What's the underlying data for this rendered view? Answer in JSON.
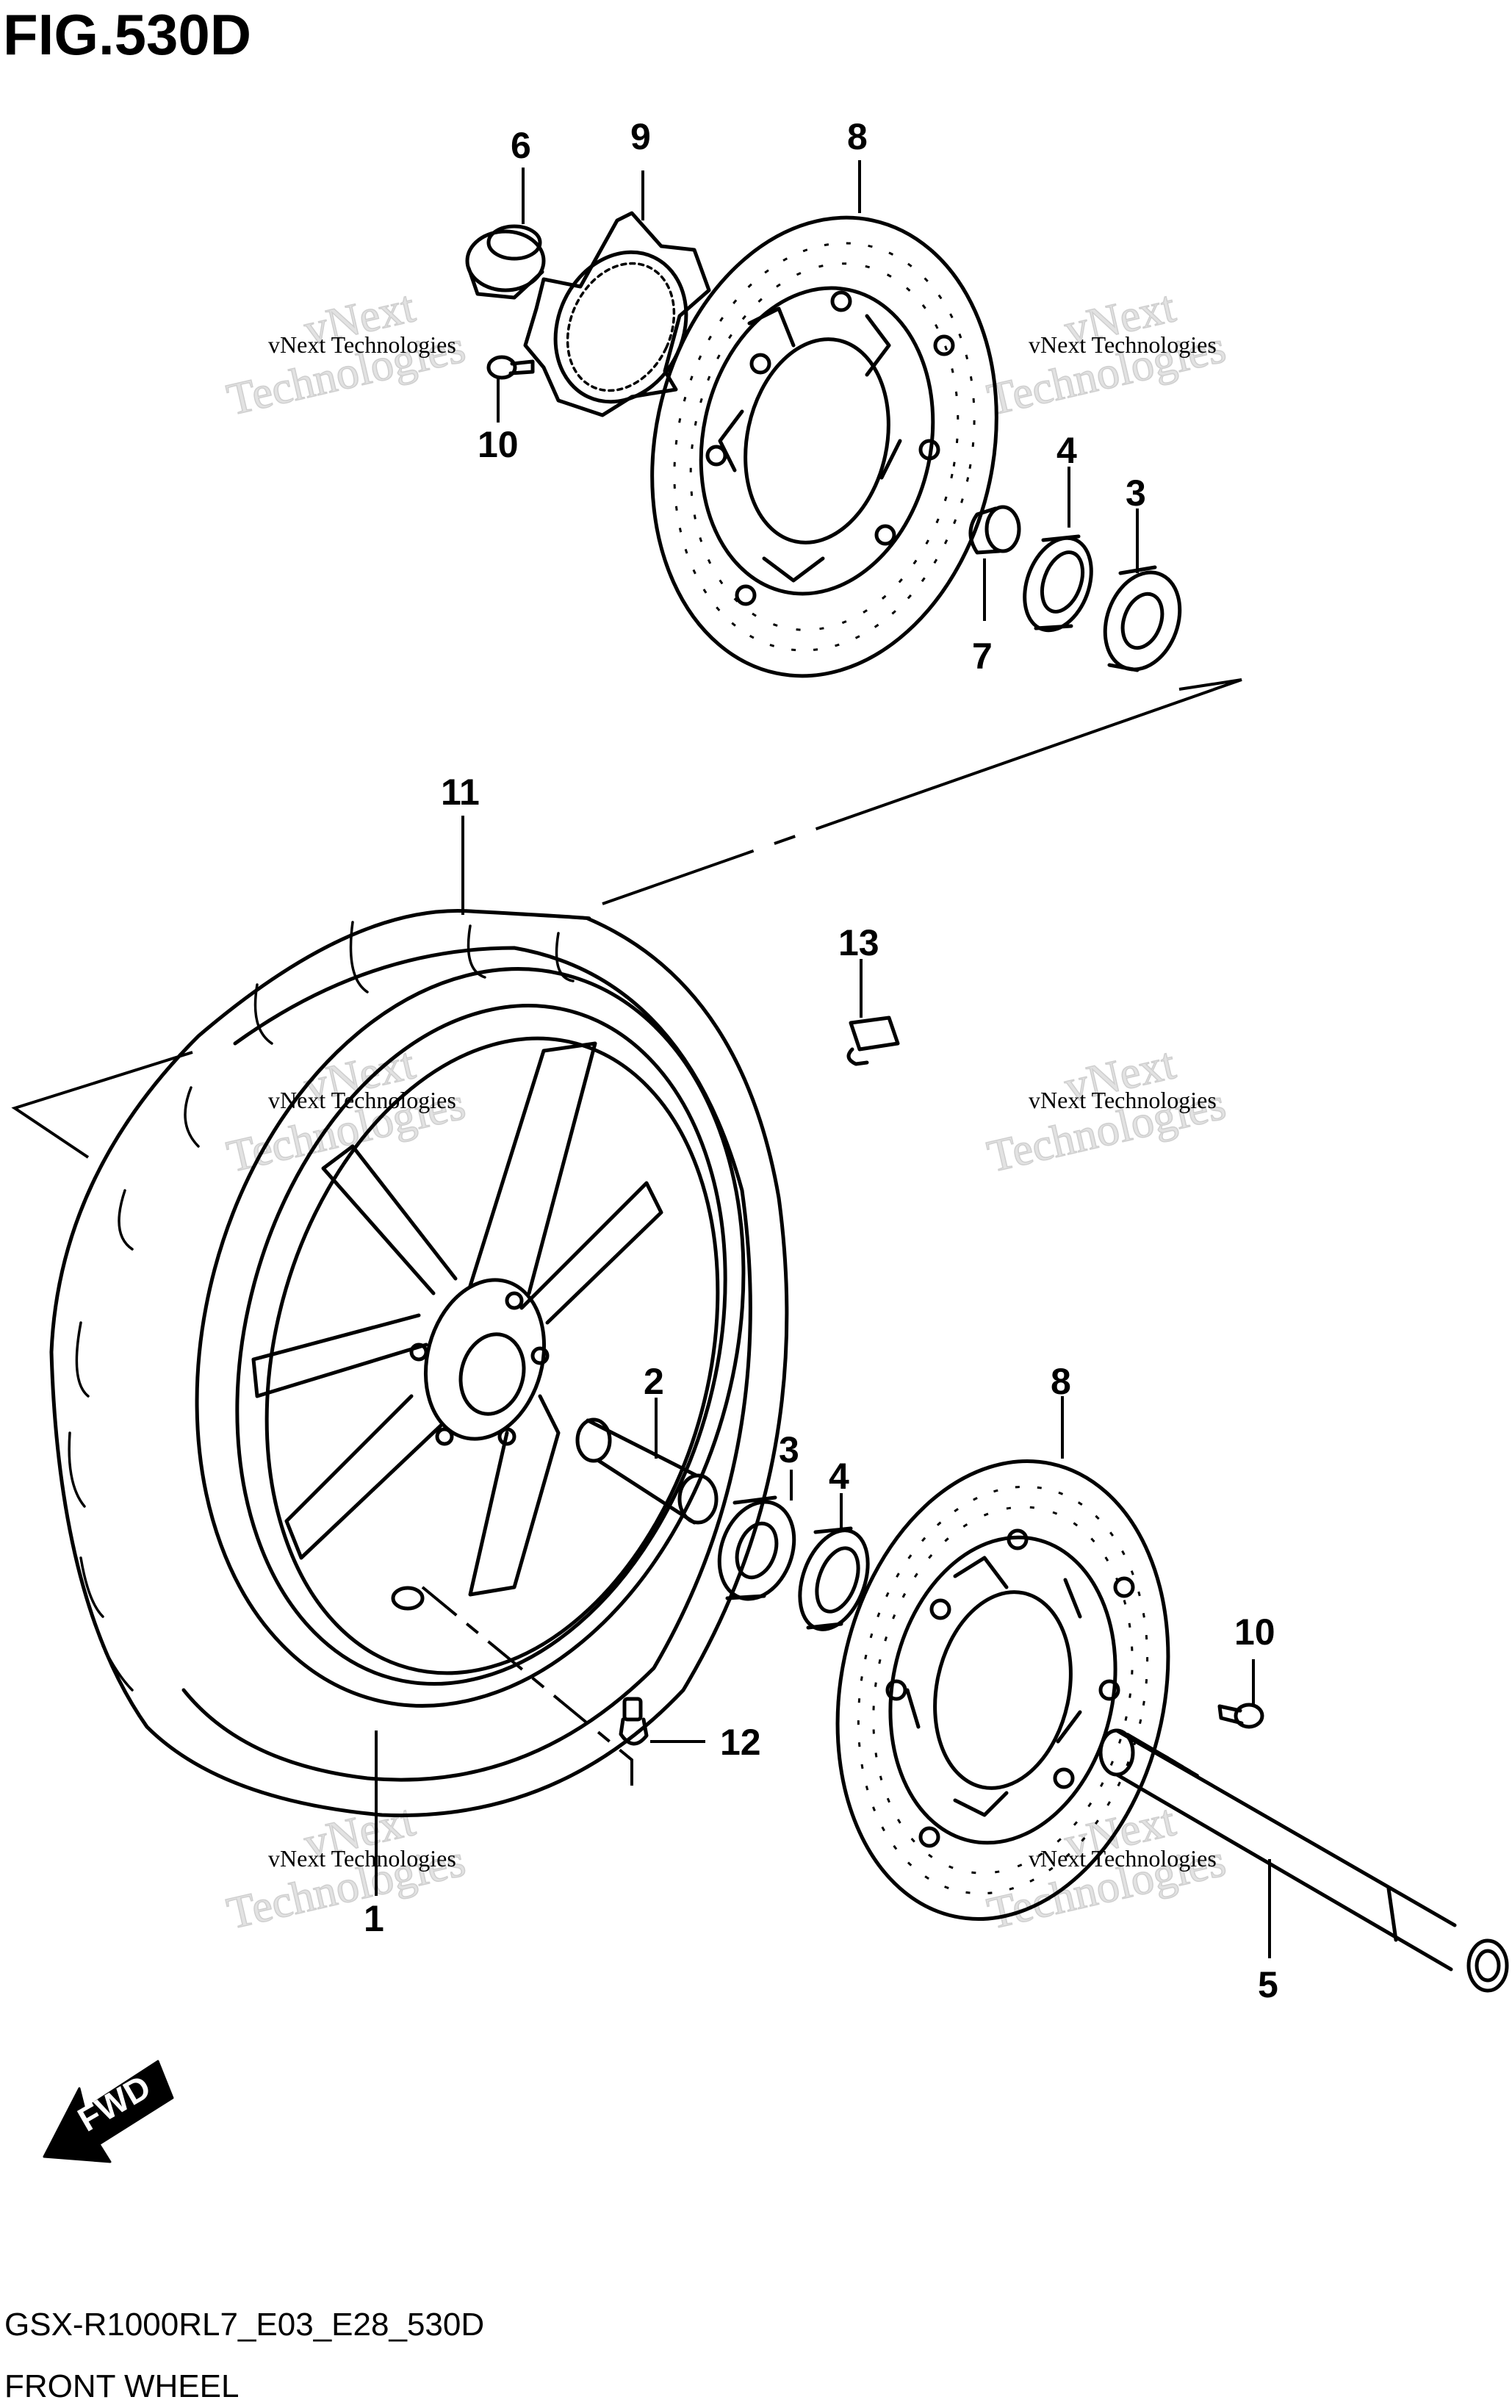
{
  "figure": {
    "title": "FIG.530D",
    "model_code": "GSX-R1000RL7_E03_E28_530D",
    "caption": "FRONT WHEEL",
    "fwd_label": "FWD"
  },
  "watermark": {
    "line": "vNext Technologies",
    "word1": "vNext",
    "word2": "Technologies"
  },
  "callouts": [
    {
      "id": "6",
      "label": "6"
    },
    {
      "id": "9",
      "label": "9"
    },
    {
      "id": "8-upper",
      "label": "8"
    },
    {
      "id": "10-upper",
      "label": "10"
    },
    {
      "id": "4-upper",
      "label": "4"
    },
    {
      "id": "3-upper",
      "label": "3"
    },
    {
      "id": "7",
      "label": "7"
    },
    {
      "id": "11",
      "label": "11"
    },
    {
      "id": "13",
      "label": "13"
    },
    {
      "id": "2",
      "label": "2"
    },
    {
      "id": "3-lower",
      "label": "3"
    },
    {
      "id": "4-lower",
      "label": "4"
    },
    {
      "id": "8-lower",
      "label": "8"
    },
    {
      "id": "10-lower",
      "label": "10"
    },
    {
      "id": "12",
      "label": "12"
    },
    {
      "id": "1",
      "label": "1"
    },
    {
      "id": "5",
      "label": "5"
    }
  ],
  "parts": [
    {
      "ref": "6",
      "icon": "spacer-nut-icon"
    },
    {
      "ref": "9",
      "icon": "sensor-rotor-ring-icon"
    },
    {
      "ref": "8",
      "icon": "brake-disc-icon"
    },
    {
      "ref": "10",
      "icon": "bolt-icon"
    },
    {
      "ref": "4",
      "icon": "oil-seal-icon"
    },
    {
      "ref": "3",
      "icon": "bearing-icon"
    },
    {
      "ref": "7",
      "icon": "collar-icon"
    },
    {
      "ref": "11",
      "icon": "tire-icon"
    },
    {
      "ref": "13",
      "icon": "clip-icon"
    },
    {
      "ref": "2",
      "icon": "spacer-icon"
    },
    {
      "ref": "12",
      "icon": "valve-icon"
    },
    {
      "ref": "1",
      "icon": "wheel-rim-icon"
    },
    {
      "ref": "5",
      "icon": "axle-icon"
    }
  ]
}
